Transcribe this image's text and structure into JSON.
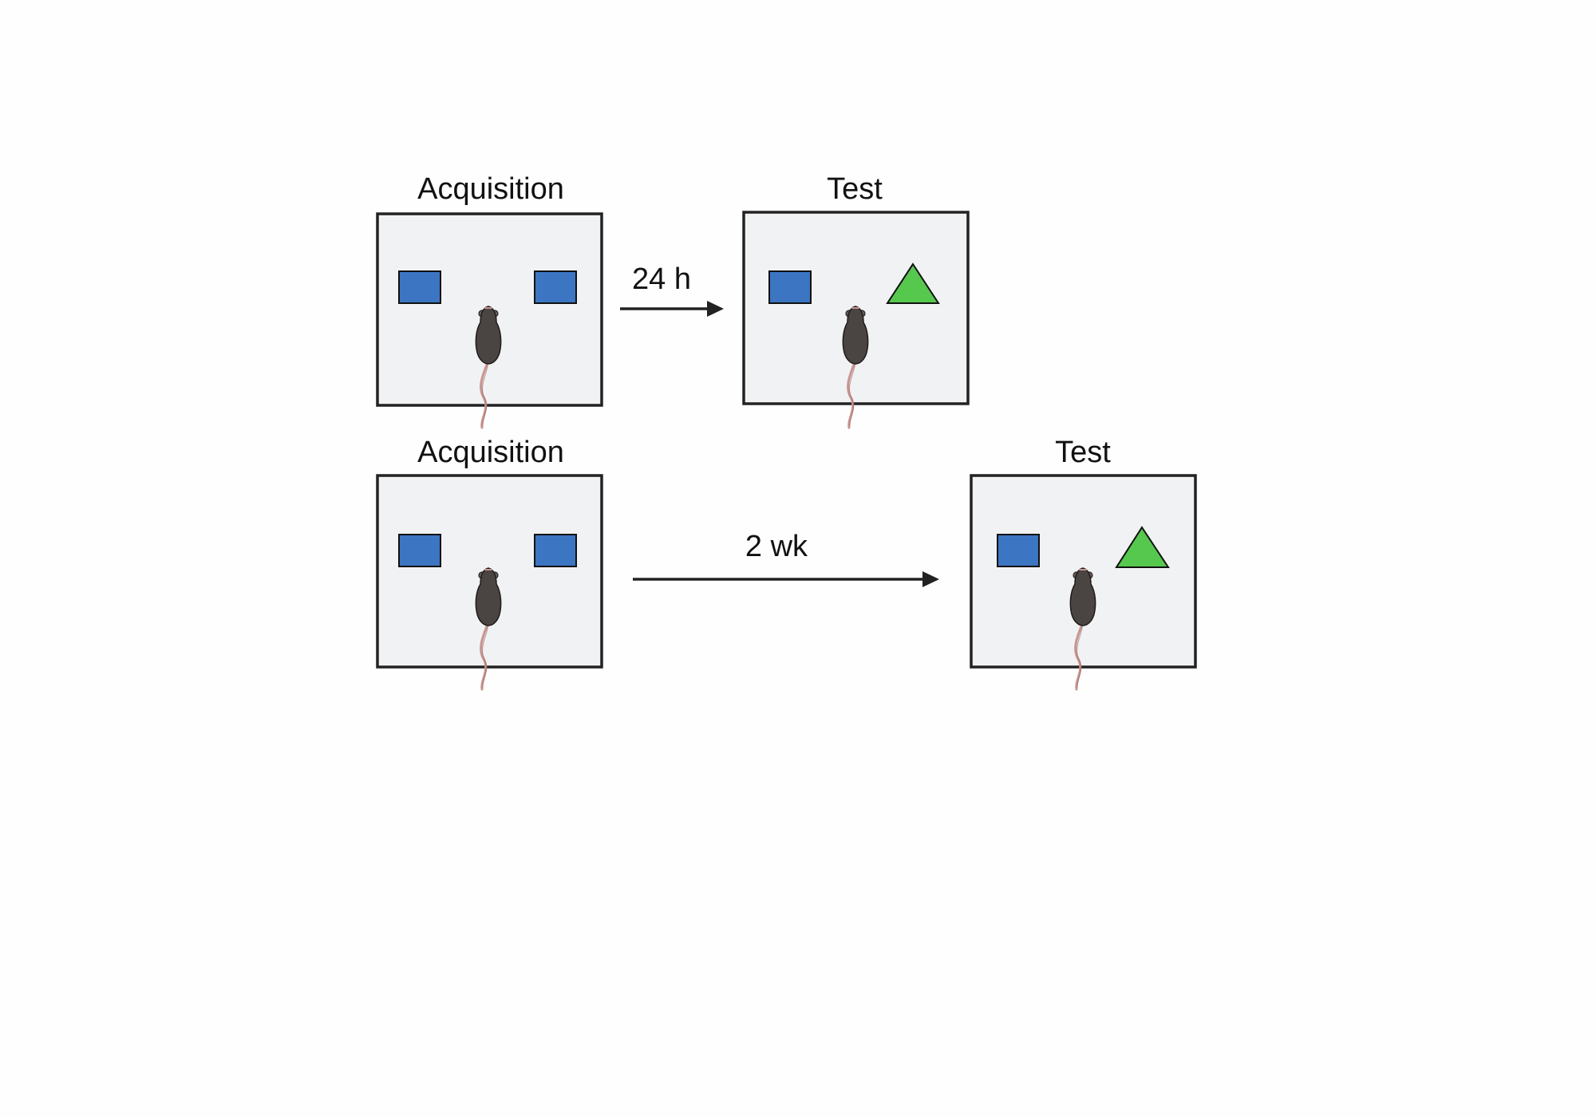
{
  "row1": {
    "left_title": "Acquisition",
    "right_title": "Test",
    "interval_label": "24 h"
  },
  "row2": {
    "left_title": "Acquisition",
    "right_title": "Test",
    "interval_label": "2 wk"
  },
  "colors": {
    "arena_fill": "#f1f2f3",
    "arena_stroke": "#222222",
    "familiar_object": "#3c75c2",
    "novel_object": "#56c84e",
    "mouse_body": "#4a4543",
    "mouse_tail": "#c8948f"
  },
  "icons": [
    "mouse-icon",
    "rectangle-object-icon",
    "triangle-object-icon",
    "arrow-right-icon"
  ]
}
